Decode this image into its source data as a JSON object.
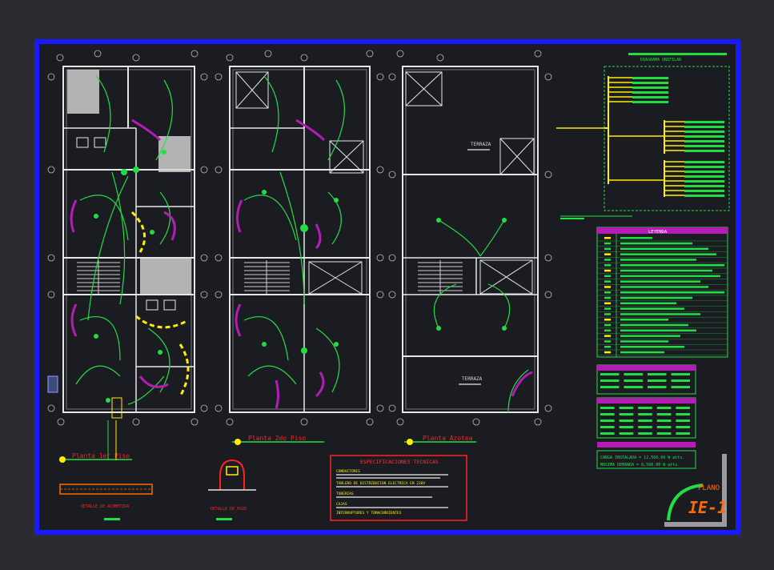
{
  "colors": {
    "background": "#2b2b31",
    "sheet": "#1b1c22",
    "border": "#1a1aff",
    "wall": "#e6e6e6",
    "circuit": "#22dd44",
    "outlet_run": "#b31db3",
    "feeder": "#ffee00",
    "panel_title": "#ff2222",
    "dim": "#bbbbbb"
  },
  "plans": {
    "floor1_label": "Planta 1er Piso",
    "floor2_label": "Planta 2do Piso",
    "roof_label": "Planta Azotea",
    "terrace_top": "TERRAZA",
    "terrace_bottom": "TERRAZA"
  },
  "details": {
    "left_title": "DETALLE DE ACOMETIDA",
    "center_title": "DETALLE DE POZO"
  },
  "specs": {
    "title": "ESPECIFICACIONES TECNICAS",
    "items": [
      "CONDUCTORES",
      "TABLERO DE DISTRIBUCION ELECTRICA EN 220V",
      "TUBERIAS",
      "CAJAS",
      "INTERRUPTORES Y TOMACORRIENTES"
    ]
  },
  "diagram": {
    "title": "DIAGRAMA UNIFILAR"
  },
  "legend": {
    "title": "LEYENDA"
  },
  "load": {
    "row1": "CARGA  INSTALADA  =  12,560.00 W atts.",
    "row2": "MAXIMA  DEMANDA  =  8,560.00 W atts."
  },
  "sheet": {
    "label": "PLANO",
    "code": "IE-1"
  }
}
